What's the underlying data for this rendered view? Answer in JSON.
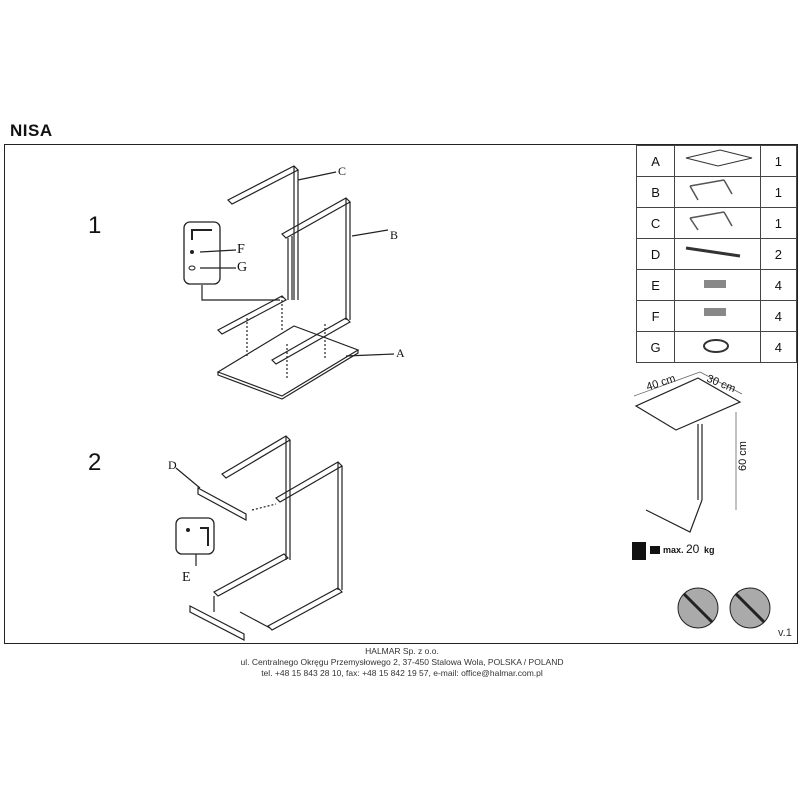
{
  "header": {
    "title": "NISA"
  },
  "steps": {
    "s1": "1",
    "s2": "2"
  },
  "callouts": {
    "a": "A",
    "b": "B",
    "c": "C",
    "d": "D",
    "e": "E",
    "f": "F",
    "g": "G"
  },
  "parts": [
    {
      "letter": "A",
      "qty": "1"
    },
    {
      "letter": "B",
      "qty": "1"
    },
    {
      "letter": "C",
      "qty": "1"
    },
    {
      "letter": "D",
      "qty": "2"
    },
    {
      "letter": "E",
      "qty": "4"
    },
    {
      "letter": "F",
      "qty": "4"
    },
    {
      "letter": "G",
      "qty": "4"
    }
  ],
  "dimensions": {
    "width": "40 cm",
    "depth": "30 cm",
    "height": "60 cm"
  },
  "load": {
    "label": "max.",
    "value": "20",
    "unit": "kg"
  },
  "version": "v.1",
  "footer": {
    "company": "HALMAR Sp. z o.o.",
    "address": "ul. Centralnego Okręgu Przemysłowego 2, 37-450 Stalowa Wola, POLSKA / POLAND",
    "contact": "tel. +48 15 843 28 10, fax: +48 15 842 19 57, e-mail: office@halmar.com.pl"
  }
}
